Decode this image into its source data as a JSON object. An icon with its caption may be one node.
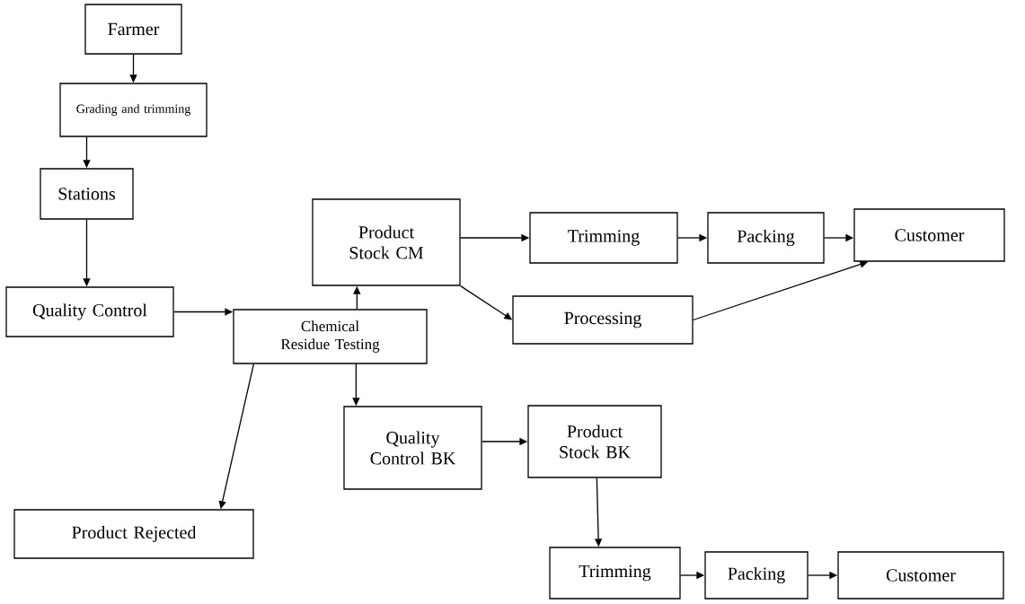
{
  "diagram": {
    "nodes": [
      {
        "text": [
          "Farmer"
        ]
      },
      {
        "text": [
          "Grading and trimming"
        ]
      },
      {
        "text": [
          "Stations"
        ]
      },
      {
        "text": [
          "Quality Control"
        ]
      },
      {
        "text": [
          "Chemical Residue Testing"
        ]
      },
      {
        "text": [
          "Product Stock CM"
        ]
      },
      {
        "text": [
          "Trimming"
        ]
      },
      {
        "text": [
          "Packing"
        ]
      },
      {
        "text": [
          "Customer"
        ]
      },
      {
        "text": [
          "Processing"
        ]
      },
      {
        "text": [
          "Product Rejected"
        ]
      },
      {
        "text": [
          "Quality Control BK"
        ]
      },
      {
        "text": [
          "Product Stock BK"
        ]
      },
      {
        "text": [
          "Trimming"
        ]
      },
      {
        "text": [
          "Packing"
        ]
      },
      {
        "text": [
          "Customer"
        ]
      }
    ],
    "edges": [
      {
        "from": 0,
        "to": 1,
        "arrow": "to"
      },
      {
        "from": 1,
        "to": 2,
        "arrow": "to"
      },
      {
        "from": 2,
        "to": 3,
        "arrow": "to"
      },
      {
        "from": 3,
        "to": 4,
        "arrow": "to"
      },
      {
        "from": 4,
        "to": 5,
        "arrow": "to"
      },
      {
        "from": 5,
        "to": 6,
        "arrow": "to"
      },
      {
        "from": 6,
        "to": 7,
        "arrow": "to"
      },
      {
        "from": 7,
        "to": 8,
        "arrow": "to"
      },
      {
        "from": 5,
        "to": 9,
        "arrow": "to"
      },
      {
        "from": 9,
        "to": 8,
        "arrow": "to"
      },
      {
        "from": 4,
        "to": 10,
        "arrow": "to"
      },
      {
        "from": 4,
        "to": 11,
        "arrow": "to"
      },
      {
        "from": 11,
        "to": 12,
        "arrow": "to"
      },
      {
        "from": 12,
        "to": 13,
        "arrow": "to"
      },
      {
        "from": 13,
        "to": 14,
        "arrow": "to"
      },
      {
        "from": 14,
        "to": 15,
        "arrow": "to"
      }
    ]
  }
}
